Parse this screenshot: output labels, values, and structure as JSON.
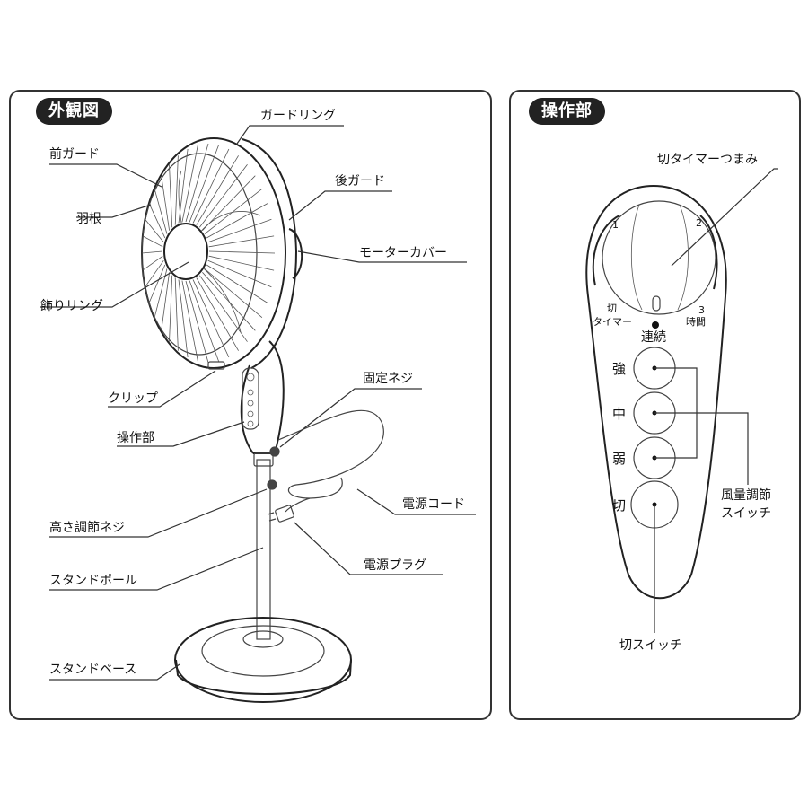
{
  "left_panel": {
    "title": "外観図",
    "labels": {
      "guard_ring": "ガードリング",
      "front_guard": "前ガード",
      "rear_guard": "後ガード",
      "blade": "羽根",
      "motor_cover": "モーターカバー",
      "decor_ring": "飾りリング",
      "clip": "クリップ",
      "fix_screw": "固定ネジ",
      "control_unit": "操作部",
      "power_cord": "電源コード",
      "height_screw": "高さ調節ネジ",
      "power_plug": "電源プラグ",
      "stand_pole": "スタンドポール",
      "stand_base": "スタンドベース"
    }
  },
  "right_panel": {
    "title": "操作部",
    "timer_knob_label": "切タイマーつまみ",
    "dial": {
      "mark_1": "1",
      "mark_2": "2",
      "mark_3": "3",
      "off_mark": "切",
      "timer_text": "タイマー",
      "hours_text": "時間",
      "continuous": "連続"
    },
    "buttons": {
      "strong": "強",
      "medium": "中",
      "weak": "弱",
      "off": "切"
    },
    "wind_switch_line1": "風量調節",
    "wind_switch_line2": "スイッチ",
    "off_switch_label": "切スイッチ"
  }
}
